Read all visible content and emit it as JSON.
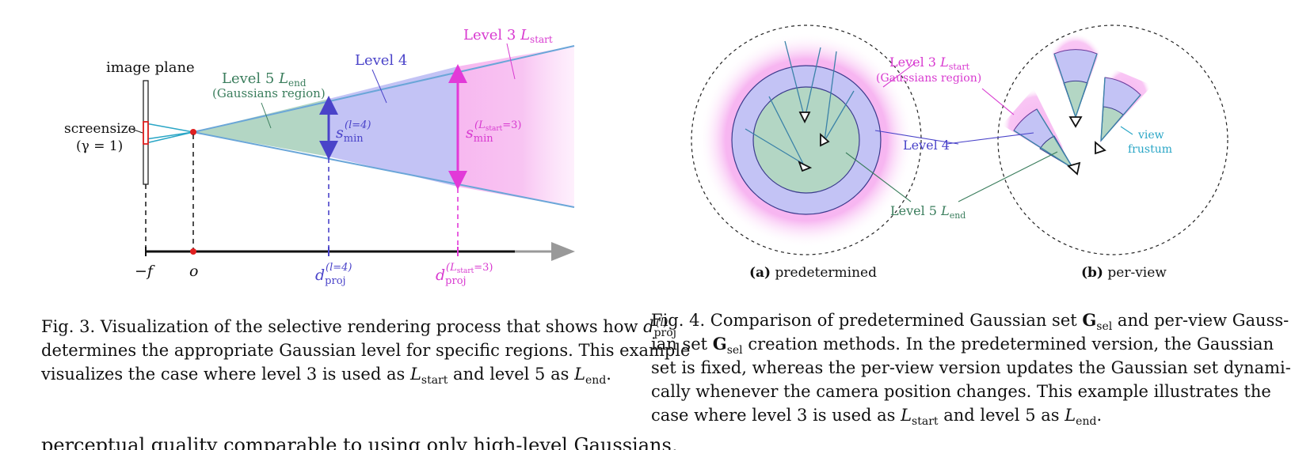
{
  "fig3": {
    "image_plane": "image plane",
    "screensize_1": "screensize",
    "screensize_2": "(γ = 1)",
    "level5": "Level 5 ",
    "level5_sym": "L",
    "level5_sub": "end",
    "level5_region": "(Gaussians region)",
    "level4": "Level 4",
    "level3": "Level 3 ",
    "level3_sym": "L",
    "level3_sub": "start",
    "s_min_sym": "s",
    "s_min_sub": "min",
    "s_min4_sup": "(l=4)",
    "s_min3_sup": "(L",
    "s_min3_sup_sub": "start",
    "s_min3_sup_end": "=3)",
    "axis_neg_f": "−f",
    "axis_o": "o",
    "d_sym": "d",
    "d_sub": "proj",
    "d4_sup": "(l=4)",
    "d3_sup": "(L",
    "d3_sup_sub": "start",
    "d3_sup_end": "=3)",
    "colors": {
      "green": "#b3d6c4",
      "green_text": "#3a7d5c",
      "blue": "#c3c3f5",
      "blue_text": "#4a43c9",
      "pink": "#f7b8f0",
      "pink_text": "#d83ad0",
      "red": "#e02020",
      "cyan": "#2aa6c6"
    }
  },
  "fig4": {
    "label_level3": "Level 3 ",
    "label_level3_sym": "L",
    "label_level3_sub": "start",
    "label_level3_region": "(Gaussians region)",
    "label_level4": "Level 4",
    "label_level5": "Level 5 ",
    "label_level5_sym": "L",
    "label_level5_sub": "end",
    "label_view": "view",
    "label_frustum": "frustum",
    "sub_a_tag": "(a)",
    "sub_a_text": " predetermined",
    "sub_b_tag": "(b)",
    "sub_b_text": " per-view"
  },
  "caption3": {
    "p1": "Fig. 3.  Visualization of the selective rendering process that shows how ",
    "d": "d",
    "d_sup": "(l)",
    "d_sub": "proj",
    "p2": "determines the appropriate Gaussian level for specific regions. This example",
    "p3": "visualizes the case where level 3 is used as ",
    "L": "L",
    "start": "start",
    "p4": " and level 5 as ",
    "end": "end",
    "p5": "."
  },
  "caption4": {
    "p1": "Fig. 4.  Comparison of predetermined Gaussian set ",
    "G": "G",
    "sel": "sel",
    "p2": " and per-view Gauss-",
    "p3": "ian set ",
    "p4": " creation methods. In the predetermined version, the Gaussian",
    "p5": "set is fixed, whereas the per-view version updates the Gaussian set dynami-",
    "p6": "cally whenever the camera position changes. This example illustrates the",
    "p7": "case where level 3 is used as ",
    "L": "L",
    "start": "start",
    "p8": " and level 5 as ",
    "end": "end",
    "p9": "."
  },
  "body_text": "perceptual quality comparable to using only high-level Gaussians,"
}
